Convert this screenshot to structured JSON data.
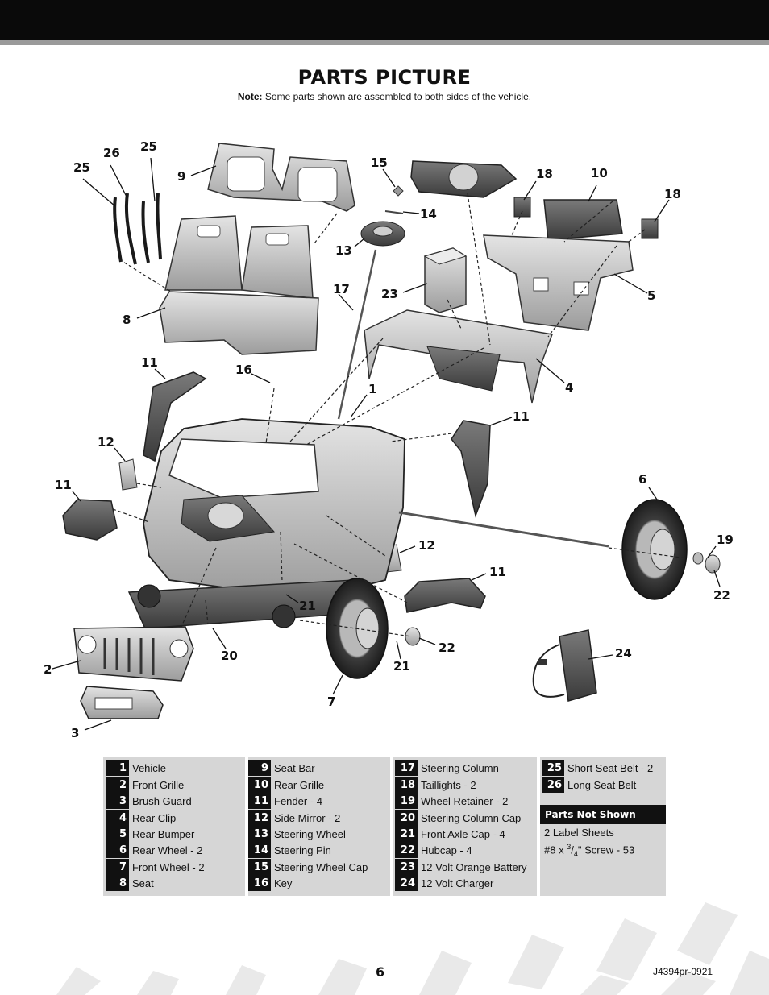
{
  "header": {
    "title": "PARTS PICTURE",
    "note_label": "Note:",
    "note_text": "Some parts shown are assembled to both sides of the vehicle."
  },
  "callouts": [
    "25",
    "26",
    "25",
    "9",
    "15",
    "14",
    "18",
    "10",
    "18",
    "13",
    "17",
    "23",
    "5",
    "8",
    "11",
    "16",
    "1",
    "4",
    "11",
    "12",
    "11",
    "6",
    "19",
    "22",
    "12",
    "11",
    "21",
    "22",
    "2",
    "20",
    "21",
    "7",
    "24",
    "3"
  ],
  "legend": {
    "columns": [
      [
        {
          "num": "1",
          "label": "Vehicle"
        },
        {
          "num": "2",
          "label": "Front Grille"
        },
        {
          "num": "3",
          "label": "Brush Guard"
        },
        {
          "num": "4",
          "label": "Rear Clip"
        },
        {
          "num": "5",
          "label": "Rear Bumper"
        },
        {
          "num": "6",
          "label": "Rear Wheel - 2"
        },
        {
          "num": "7",
          "label": "Front Wheel - 2"
        },
        {
          "num": "8",
          "label": "Seat"
        }
      ],
      [
        {
          "num": "9",
          "label": "Seat Bar"
        },
        {
          "num": "10",
          "label": "Rear Grille"
        },
        {
          "num": "11",
          "label": "Fender - 4"
        },
        {
          "num": "12",
          "label": "Side Mirror - 2"
        },
        {
          "num": "13",
          "label": "Steering Wheel"
        },
        {
          "num": "14",
          "label": "Steering Pin"
        },
        {
          "num": "15",
          "label": "Steering Wheel Cap"
        },
        {
          "num": "16",
          "label": "Key"
        }
      ],
      [
        {
          "num": "17",
          "label": "Steering Column"
        },
        {
          "num": "18",
          "label": "Taillights - 2"
        },
        {
          "num": "19",
          "label": "Wheel Retainer - 2"
        },
        {
          "num": "20",
          "label": "Steering Column Cap"
        },
        {
          "num": "21",
          "label": "Front Axle Cap - 4"
        },
        {
          "num": "22",
          "label": "Hubcap - 4"
        },
        {
          "num": "23",
          "label": "12 Volt Orange Battery"
        },
        {
          "num": "24",
          "label": "12 Volt Charger"
        }
      ],
      [
        {
          "num": "25",
          "label": "Short Seat Belt - 2"
        },
        {
          "num": "26",
          "label": "Long Seat Belt"
        }
      ]
    ],
    "parts_not_shown": {
      "heading": "Parts Not Shown",
      "item1": "2 Label Sheets",
      "item2_prefix": "#8 x ",
      "item2_sup": "3",
      "item2_slash": "/",
      "item2_sub": "4",
      "item2_suffix": "\" Screw - 53"
    }
  },
  "footer": {
    "page_number": "6",
    "doc_code": "J4394pr-0921"
  }
}
